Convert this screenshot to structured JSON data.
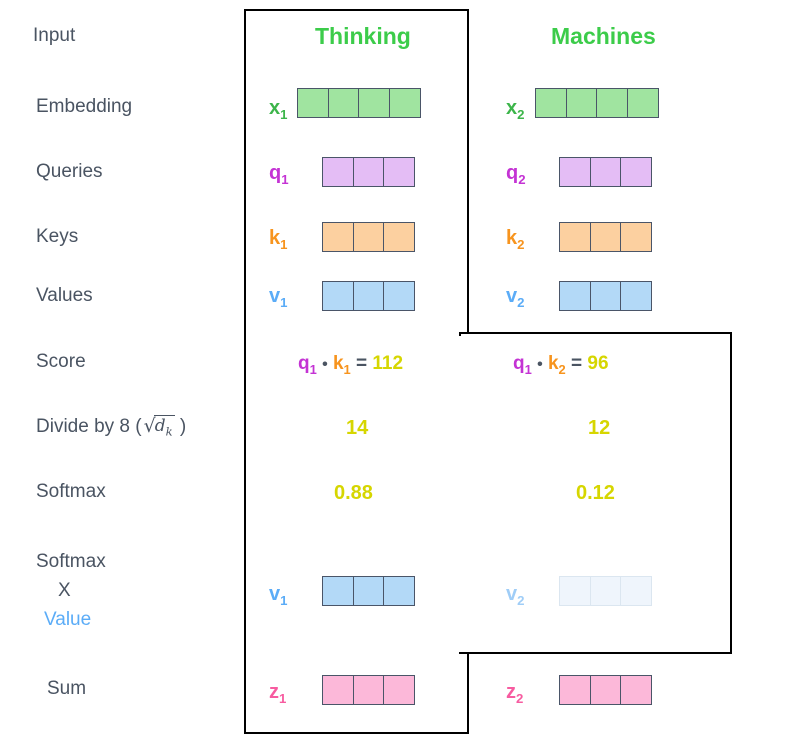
{
  "diagram": {
    "title": "self-attention calculation",
    "columns": [
      {
        "header": "Thinking"
      },
      {
        "header": "Machines"
      }
    ],
    "step_labels": {
      "input": "Input",
      "embedding": "Embedding",
      "queries": "Queries",
      "keys": "Keys",
      "values": "Values",
      "score": "Score",
      "divide_prefix": "Divide by 8 (",
      "divide_sqrt_symbol": "√",
      "divide_sqrt_d": "d",
      "divide_sqrt_k": "k",
      "divide_suffix": ")",
      "softmax": "Softmax",
      "softmax_times_value_line1": "Softmax",
      "softmax_times_value_line2": "X",
      "softmax_times_value_line3": "Value",
      "sum": "Sum"
    },
    "vectors": {
      "x1": {
        "name": "x",
        "sub": "1",
        "cells": 4,
        "color": "#a0e4a0"
      },
      "x2": {
        "name": "x",
        "sub": "2",
        "cells": 4,
        "color": "#a0e4a0"
      },
      "q1": {
        "name": "q",
        "sub": "1",
        "cells": 3,
        "color": "#e4bdf5"
      },
      "q2": {
        "name": "q",
        "sub": "2",
        "cells": 3,
        "color": "#e4bdf5"
      },
      "k1": {
        "name": "k",
        "sub": "1",
        "cells": 3,
        "color": "#fcd0a0"
      },
      "k2": {
        "name": "k",
        "sub": "2",
        "cells": 3,
        "color": "#fcd0a0"
      },
      "v1": {
        "name": "v",
        "sub": "1",
        "cells": 3,
        "color": "#b3d9f7"
      },
      "v2": {
        "name": "v",
        "sub": "2",
        "cells": 3,
        "color": "#b3d9f7"
      },
      "v1_weighted": {
        "name": "v",
        "sub": "1",
        "cells": 3,
        "color": "#b3d9f7"
      },
      "v2_weighted": {
        "name": "v",
        "sub": "2",
        "cells": 3,
        "color": "#eff5fc"
      },
      "z1": {
        "name": "z",
        "sub": "1",
        "cells": 3,
        "color": "#fcb8d9"
      },
      "z2": {
        "name": "z",
        "sub": "2",
        "cells": 3,
        "color": "#fcb8d9"
      }
    },
    "score_row": {
      "col1": {
        "q": "q",
        "q_sub": "1",
        "dot": "•",
        "k": "k",
        "k_sub": "1",
        "equals": "=",
        "value": "112"
      },
      "col2": {
        "q": "q",
        "q_sub": "1",
        "dot": "•",
        "k": "k",
        "k_sub": "2",
        "equals": "=",
        "value": "96"
      }
    },
    "divide_row": {
      "col1": "14",
      "col2": "12"
    },
    "softmax_row": {
      "col1": "0.88",
      "col2": "0.12"
    },
    "colors": {
      "embedding": "#a0e4a0",
      "query": "#e4bdf5",
      "key": "#fcd0a0",
      "value": "#b3d9f7",
      "value_faded": "#eff5fc",
      "output": "#fcb8d9",
      "label_green": "#3cb54a",
      "label_magenta": "#c433d4",
      "label_orange": "#f7941e",
      "label_blue": "#5bacf7",
      "label_pink": "#f75ba0",
      "header_green": "#3ccc4a",
      "number_yellow": "#d6d600",
      "text_gray": "#4a5462",
      "cell_border": "#4a5568",
      "outline": "#000000"
    }
  }
}
